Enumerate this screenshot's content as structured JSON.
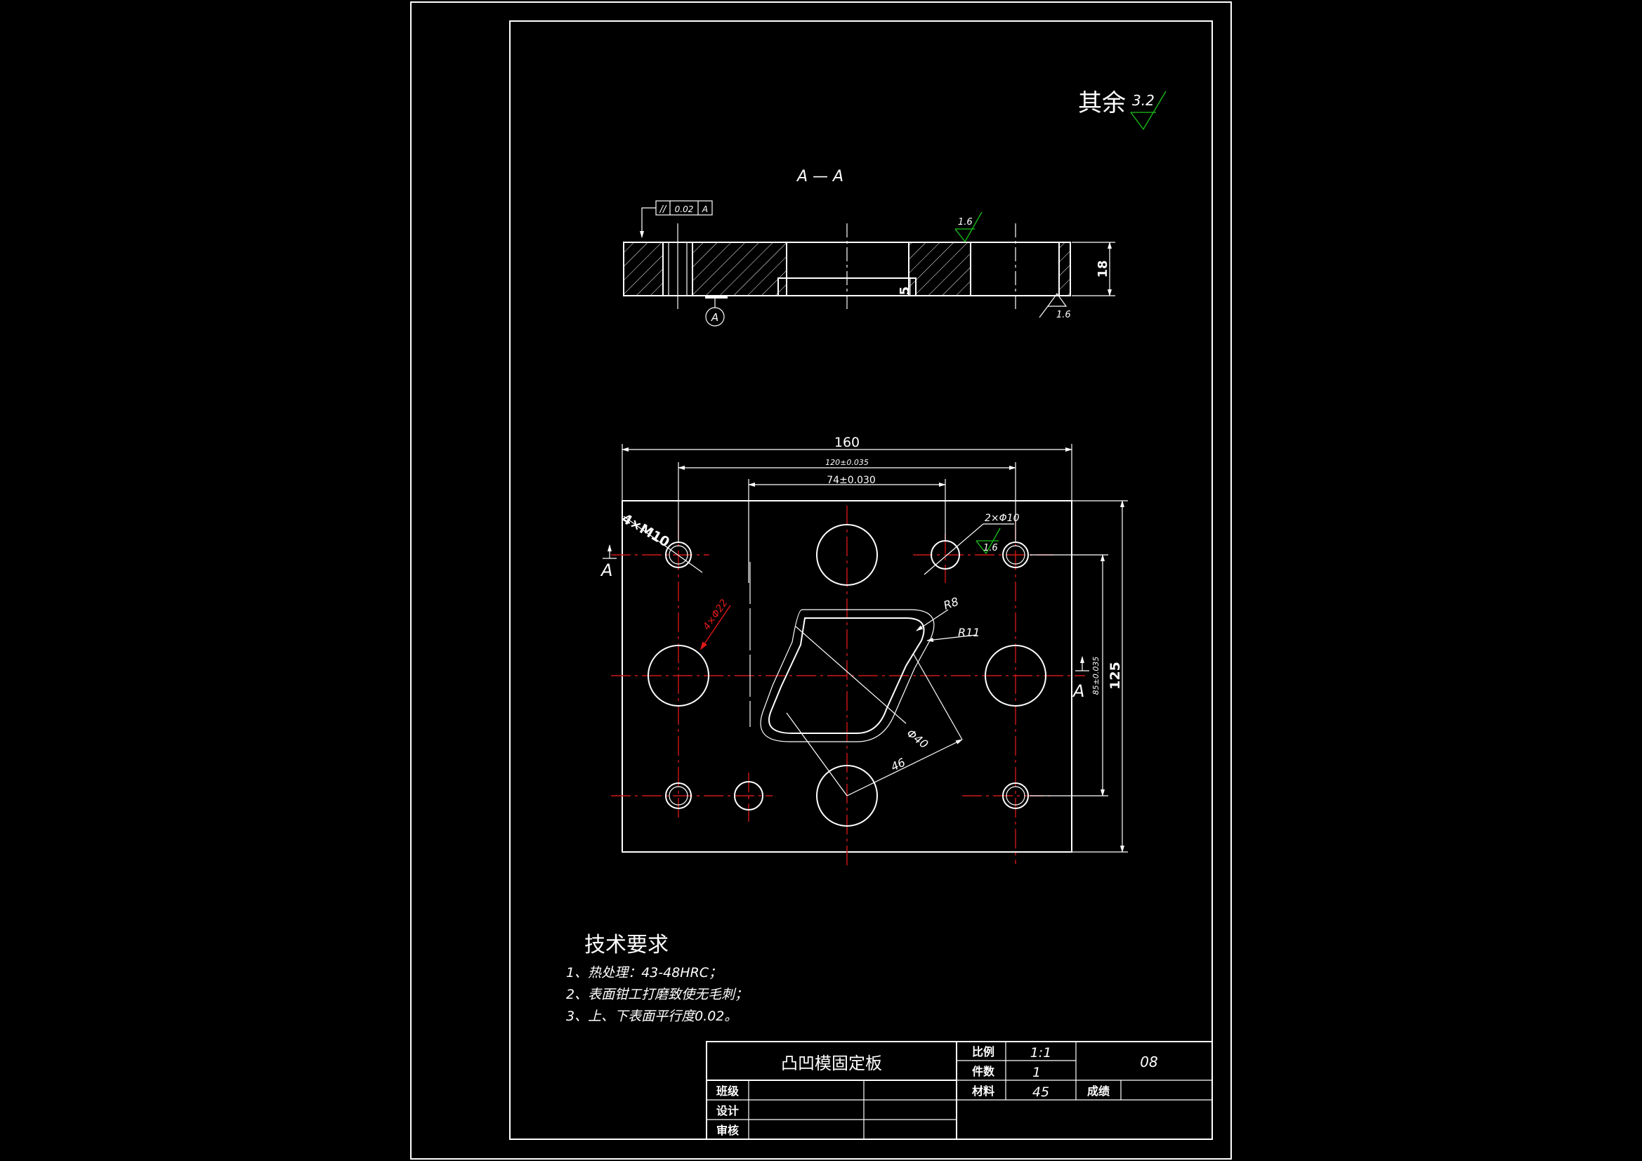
{
  "colors": {
    "background": "#000000",
    "line": "#ffffff",
    "centerline": "#d01818",
    "roughness": "#19c419"
  },
  "roughness_note": {
    "label": "其余",
    "value": "3.2"
  },
  "section_view": {
    "label": "A — A",
    "tolerance_symbol": "//",
    "tolerance_value": "0.02",
    "datum": "A",
    "roughness_top": "1.6",
    "roughness_bottom": "1.6",
    "depth_dim": "5",
    "thickness_dim": "18",
    "datum_bubble": "A"
  },
  "plan_view": {
    "dim_width": "160",
    "dim_120": "120±0.035",
    "dim_74": "74±0.030",
    "dim_height": "125",
    "dim_85": "85±0.035",
    "thread_label": "4×M10",
    "hole_label": "4×Φ22",
    "small_hole_label": "2×Φ10",
    "small_hole_roughness": "1.6",
    "radius_r8": "R8",
    "radius_r11": "R11",
    "dia_40": "Φ40",
    "dim_46": "46",
    "section_mark_left": "A",
    "section_mark_right": "A"
  },
  "tech_requirements": {
    "title": "技术要求",
    "items": [
      "1、热处理：43-48HRC；",
      "2、表面钳工打磨致使无毛刺；",
      "3、上、下表面平行度0.02。"
    ]
  },
  "title_block": {
    "part_name": "凸凹模固定板",
    "scale_label": "比例",
    "scale_value": "1:1",
    "qty_label": "件数",
    "qty_value": "1",
    "material_label": "材料",
    "material_value": "45",
    "grade_label": "成绩",
    "drawing_no": "08",
    "class_label": "班级",
    "design_label": "设计",
    "review_label": "审核"
  }
}
